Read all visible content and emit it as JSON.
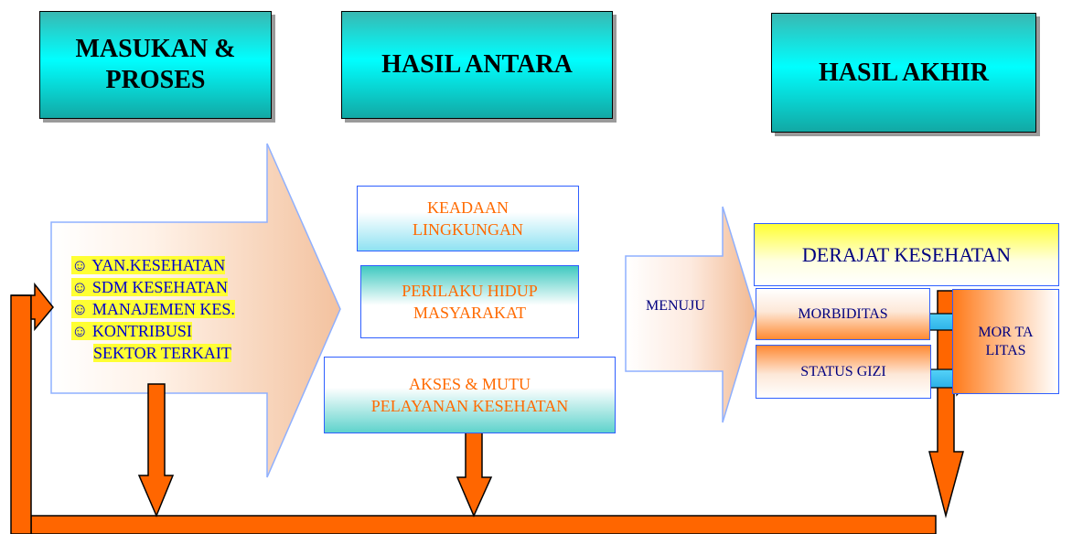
{
  "headers": {
    "input": "MASUKAN & PROSES",
    "intermediate": "HASIL ANTARA",
    "final": "HASIL AKHIR"
  },
  "input_list": [
    "☺ YAN.KESEHATAN",
    "☺ SDM KESEHATAN",
    "☺ MANAJEMEN KES.",
    "☺ KONTRIBUSI",
    "SEKTOR TERKAIT"
  ],
  "intermediate_boxes": {
    "environment": [
      "KEADAAN",
      "LINGKUNGAN"
    ],
    "behavior": [
      "PERILAKU HIDUP",
      "MASYARAKAT"
    ],
    "access": [
      "AKSES & MUTU",
      "PELAYANAN KESEHATAN"
    ]
  },
  "menuju": "MENUJU",
  "derajat": "DERAJAT KESEHATAN",
  "morbiditas": "MORBIDITAS",
  "status_gizi": "STATUS GIZI",
  "mortalitas": [
    "MOR TA",
    "LITAS"
  ],
  "colors": {
    "header_teal": "#00ffff",
    "arrow_orange": "#ff6600",
    "box_blue": "#2f5fff",
    "text_orange": "#ff6a00",
    "text_blue": "#0000cc",
    "highlight_yellow": "#ffff33",
    "cyan_arrow": "#33ccff"
  }
}
